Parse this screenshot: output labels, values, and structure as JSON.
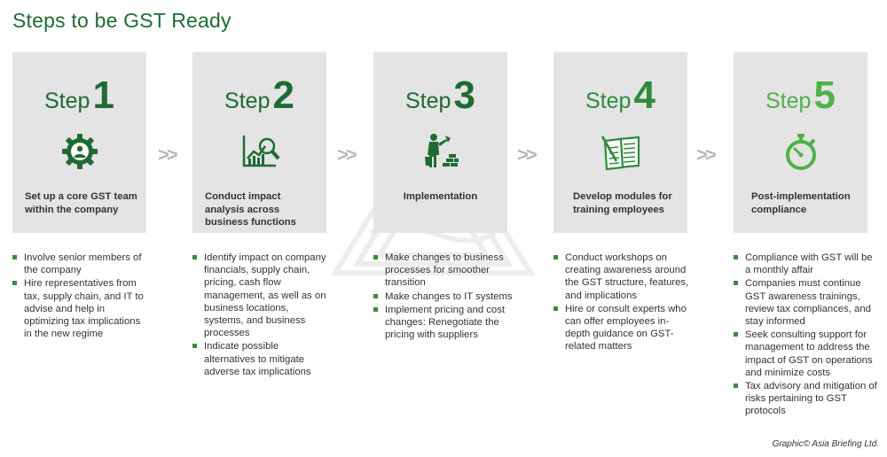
{
  "title": "Steps to be GST Ready",
  "arrow": ">>",
  "credit": "Graphic© Asia Briefing Ltd.",
  "colors": {
    "dark_green": "#1f6b34",
    "mid_green": "#2e8b3c",
    "light_green": "#4fb04a",
    "card_bg": "#e4e4e4",
    "bullet": "#3a8a3c"
  },
  "steps": [
    {
      "word": "Step",
      "number": "1",
      "icon": "gear-people-icon",
      "caption": "Set up a core GST team within the company",
      "bullets": [
        "Involve senior members of the company",
        "Hire representatives from tax, supply chain, and IT to advise and help in optimizing tax implications in the new regime"
      ]
    },
    {
      "word": "Step",
      "number": "2",
      "icon": "analysis-chart-icon",
      "caption": "Conduct impact analysis across business functions",
      "bullets": [
        "Identify impact on company financials, supply chain, pricing, cash flow management, as well as on business locations, systems, and business processes",
        "Indicate possible alternatives to mitigate adverse tax implications"
      ]
    },
    {
      "word": "Step",
      "number": "3",
      "icon": "builder-icon",
      "caption": "Implementation",
      "bullets": [
        "Make changes to business processes for smoother transition",
        "Make changes to IT systems",
        "Implement pricing and cost changes: Renegotiate the pricing with suppliers"
      ]
    },
    {
      "word": "Step",
      "number": "4",
      "icon": "documents-icon",
      "caption": "Develop modules for training employees",
      "bullets": [
        "Conduct workshops on creating awareness around the GST structure, features, and implications",
        "Hire or consult experts who can offer employees in-depth guidance on GST-related matters"
      ]
    },
    {
      "word": "Step",
      "number": "5",
      "icon": "stopwatch-icon",
      "caption": "Post-implementation compliance",
      "bullets": [
        "Compliance with GST will be a monthly affair",
        "Companies must continue GST awareness trainings, review tax compliances, and stay informed",
        "Seek consulting support for management to address the impact of GST on operations and minimize costs",
        "Tax advisory and mitigation of risks pertaining to GST protocols"
      ]
    }
  ]
}
